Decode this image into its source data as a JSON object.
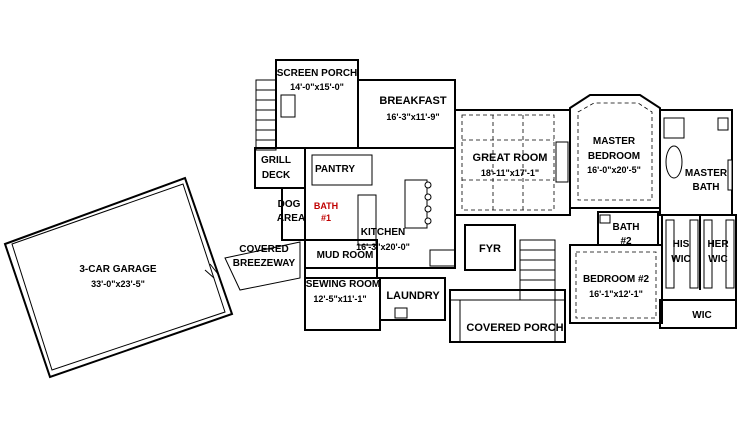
{
  "rooms": {
    "screen_porch": {
      "name": "SCREEN PORCH",
      "dim": "14'-0\"x15'-0\""
    },
    "breakfast": {
      "name": "BREAKFAST",
      "dim": "16'-3\"x11'-9\""
    },
    "grill_deck": {
      "line1": "GRILL",
      "line2": "DECK"
    },
    "pantry": {
      "name": "PANTRY"
    },
    "dog_area": {
      "line1": "DOG",
      "line2": "AREA"
    },
    "bath1": {
      "line1": "BATH",
      "line2": "#1"
    },
    "great_room": {
      "name": "GREAT ROOM",
      "dim": "18'-11\"x17'-1\""
    },
    "master_bedroom": {
      "line1": "MASTER",
      "line2": "BEDROOM",
      "dim": "16'-0\"x20'-5\""
    },
    "master_bath": {
      "line1": "MASTER",
      "line2": "BATH"
    },
    "kitchen": {
      "name": "KITCHEN",
      "dim": "16'-3\"x20'-0\""
    },
    "covered_breezeway": {
      "line1": "COVERED",
      "line2": "BREEZEWAY"
    },
    "mud_room": {
      "name": "MUD ROOM"
    },
    "garage": {
      "name": "3-CAR GARAGE",
      "dim": "33'-0\"x23'-5\""
    },
    "fyr": {
      "name": "FYR"
    },
    "bath2": {
      "line1": "BATH",
      "line2": "#2"
    },
    "his_wic": {
      "line1": "HIS",
      "line2": "WIC"
    },
    "her_wic": {
      "line1": "HER",
      "line2": "WIC"
    },
    "bedroom2": {
      "name": "BEDROOM #2",
      "dim": "16'-1\"x12'-1\""
    },
    "sewing_room": {
      "name": "SEWING ROOM",
      "dim": "12'-5\"x11'-1\""
    },
    "laundry": {
      "name": "LAUNDRY"
    },
    "wic": {
      "name": "WIC"
    },
    "covered_porch": {
      "name": "COVERED PORCH"
    }
  },
  "colors": {
    "accent": "#c00000",
    "line": "#000000",
    "background": "#ffffff"
  }
}
